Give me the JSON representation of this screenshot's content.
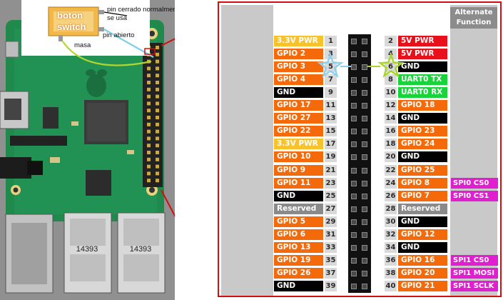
{
  "annotations": {
    "switch_label_1": "boton",
    "switch_label_2": "switch",
    "nc_pin": "pin cerrado normalmente no",
    "nc_pin_2": "se usa",
    "open_pin": "pin abierto",
    "ground": "masa"
  },
  "board": {
    "usb_label": "14393",
    "usb_label_2": "14393"
  },
  "alt_header": {
    "line1": "Alternate",
    "line2": "Function"
  },
  "colors": {
    "power33": "#f7c22c",
    "power5": "#e8101a",
    "gpio": "#f46a0a",
    "ground": "#000000",
    "uart": "#19d33a",
    "reserved": "#8a8a8a",
    "alt": "#e020d0",
    "border": "#d01010"
  },
  "rows": [
    {
      "l": "3.3V PWR",
      "lt": "power33",
      "ln": "1",
      "rn": "2",
      "r": "5V PWR",
      "rt": "power5",
      "alt": ""
    },
    {
      "l": "GPIO 2",
      "lt": "gpio",
      "ln": "3",
      "rn": "4",
      "r": "5V PWR",
      "rt": "power5",
      "alt": ""
    },
    {
      "l": "GPIO 3",
      "lt": "gpio",
      "ln": "5",
      "rn": "6",
      "r": "GND",
      "rt": "ground",
      "alt": ""
    },
    {
      "l": "GPIO 4",
      "lt": "gpio",
      "ln": "7",
      "rn": "8",
      "r": "UART0 TX",
      "rt": "uart",
      "alt": ""
    },
    {
      "l": "GND",
      "lt": "ground",
      "ln": "9",
      "rn": "10",
      "r": "UART0 RX",
      "rt": "uart",
      "alt": ""
    },
    {
      "l": "GPIO 17",
      "lt": "gpio",
      "ln": "11",
      "rn": "12",
      "r": "GPIO 18",
      "rt": "gpio",
      "alt": ""
    },
    {
      "l": "GPIO 27",
      "lt": "gpio",
      "ln": "13",
      "rn": "14",
      "r": "GND",
      "rt": "ground",
      "alt": ""
    },
    {
      "l": "GPIO 22",
      "lt": "gpio",
      "ln": "15",
      "rn": "16",
      "r": "GPIO 23",
      "rt": "gpio",
      "alt": ""
    },
    {
      "l": "3.3V PWR",
      "lt": "power33",
      "ln": "17",
      "rn": "18",
      "r": "GPIO 24",
      "rt": "gpio",
      "alt": ""
    },
    {
      "l": "GPIO 10",
      "lt": "gpio",
      "ln": "19",
      "rn": "20",
      "r": "GND",
      "rt": "ground",
      "alt": ""
    },
    {
      "l": "GPIO 9",
      "lt": "gpio",
      "ln": "21",
      "rn": "22",
      "r": "GPIO 25",
      "rt": "gpio",
      "alt": ""
    },
    {
      "l": "GPIO 11",
      "lt": "gpio",
      "ln": "23",
      "rn": "24",
      "r": "GPIO 8",
      "rt": "gpio",
      "alt": "SPI0 CS0"
    },
    {
      "l": "GND",
      "lt": "ground",
      "ln": "25",
      "rn": "26",
      "r": "GPIO 7",
      "rt": "gpio",
      "alt": "SPI0 CS1"
    },
    {
      "l": "Reserved",
      "lt": "reserved",
      "ln": "27",
      "rn": "28",
      "r": "Reserved",
      "rt": "reserved",
      "alt": ""
    },
    {
      "l": "GPIO 5",
      "lt": "gpio",
      "ln": "29",
      "rn": "30",
      "r": "GND",
      "rt": "ground",
      "alt": ""
    },
    {
      "l": "GPIO 6",
      "lt": "gpio",
      "ln": "31",
      "rn": "32",
      "r": "GPIO 12",
      "rt": "gpio",
      "alt": ""
    },
    {
      "l": "GPIO 13",
      "lt": "gpio",
      "ln": "33",
      "rn": "34",
      "r": "GND",
      "rt": "ground",
      "alt": ""
    },
    {
      "l": "GPIO 19",
      "lt": "gpio",
      "ln": "35",
      "rn": "36",
      "r": "GPIO 16",
      "rt": "gpio",
      "alt": "SPI1 CS0"
    },
    {
      "l": "GPIO 26",
      "lt": "gpio",
      "ln": "37",
      "rn": "38",
      "r": "GPIO 20",
      "rt": "gpio",
      "alt": "SPI1 MOSI"
    },
    {
      "l": "GND",
      "lt": "ground",
      "ln": "39",
      "rn": "40",
      "r": "GPIO 21",
      "rt": "gpio",
      "alt": "SPI1 SCLK"
    }
  ]
}
